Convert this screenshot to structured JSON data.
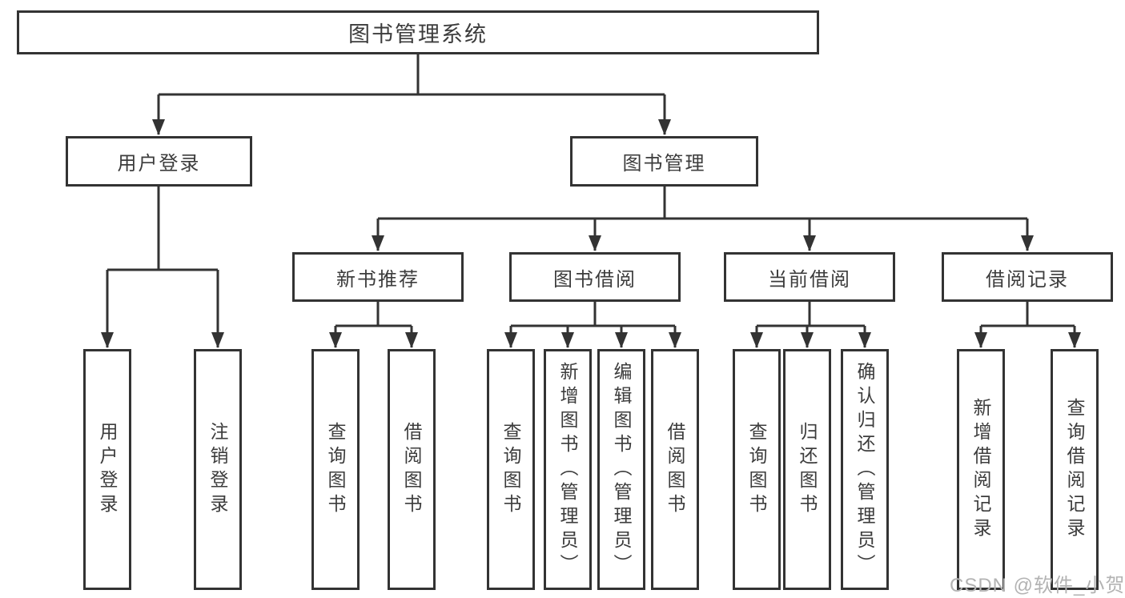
{
  "diagram": {
    "tree": {
      "root": {
        "label": "图书管理系统"
      },
      "login": {
        "label": "用户登录",
        "children": [
          {
            "label": "用户登录"
          },
          {
            "label": "注销登录"
          }
        ]
      },
      "management": {
        "label": "图书管理",
        "groups": [
          {
            "label": "新书推荐",
            "children": [
              {
                "label": "查询图书"
              },
              {
                "label": "借阅图书"
              }
            ]
          },
          {
            "label": "图书借阅",
            "children": [
              {
                "label": "查询图书"
              },
              {
                "label": "新增图书（管理员）"
              },
              {
                "label": "编辑图书（管理员）"
              },
              {
                "label": "借阅图书"
              }
            ]
          },
          {
            "label": "当前借阅",
            "children": [
              {
                "label": "查询图书"
              },
              {
                "label": "归还图书"
              },
              {
                "label": "确认归还（管理员）"
              }
            ]
          },
          {
            "label": "借阅记录",
            "children": [
              {
                "label": "新增借阅记录"
              },
              {
                "label": "查询借阅记录"
              }
            ]
          }
        ]
      }
    },
    "watermark": "CSDN @软件_小贺同学",
    "colors": {
      "line": "#333333",
      "text": "#3c3c3c",
      "box_fill": "#ffffff",
      "watermark": "#b3b3b3",
      "background": "#ffffff"
    }
  }
}
